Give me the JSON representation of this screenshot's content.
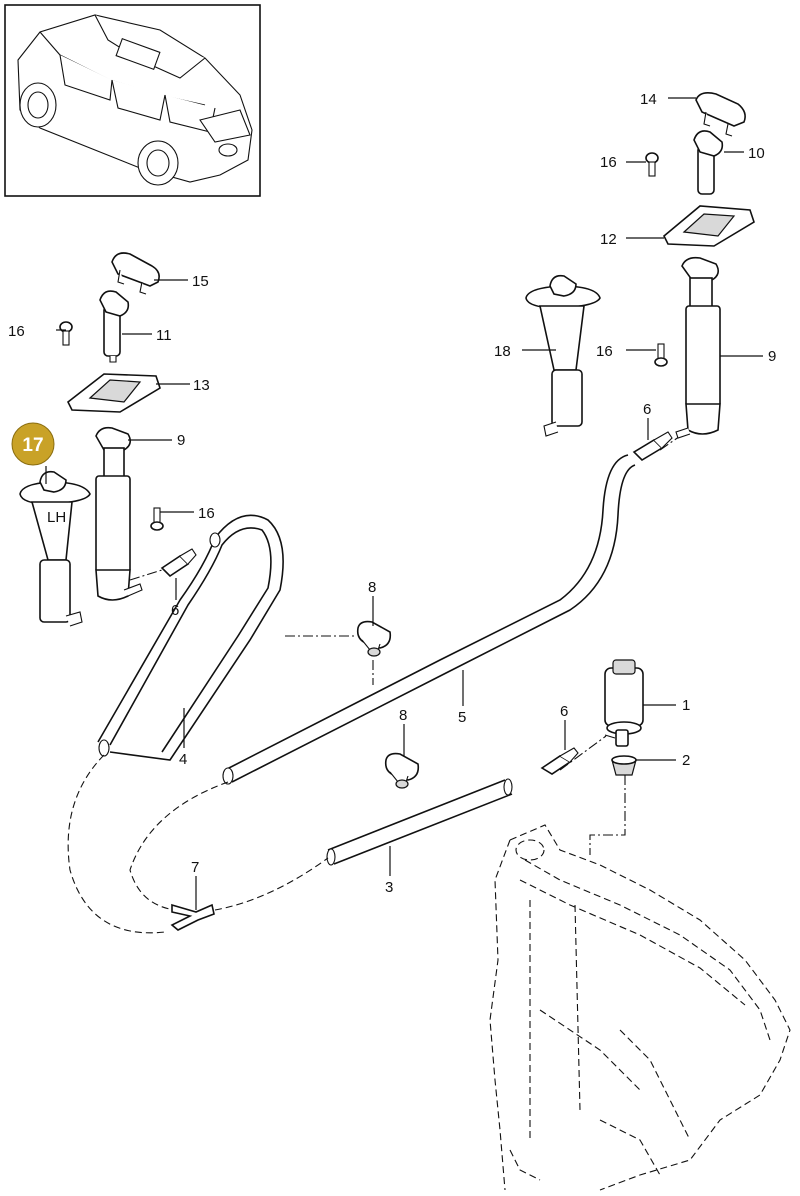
{
  "diagram": {
    "highlighted_callout": "17",
    "highlight_color": "#c9a227",
    "washer_label": "LH",
    "callouts": {
      "c1": "1",
      "c2": "2",
      "c3": "3",
      "c4": "4",
      "c5": "5",
      "c6a": "6",
      "c6b": "6",
      "c6c": "6",
      "c7": "7",
      "c8a": "8",
      "c8b": "8",
      "c9a": "9",
      "c9b": "9",
      "c10": "10",
      "c11": "11",
      "c12": "12",
      "c13": "13",
      "c14": "14",
      "c15": "15",
      "c16a": "16",
      "c16b": "16",
      "c16c": "16",
      "c16d": "16",
      "c18": "18"
    }
  }
}
